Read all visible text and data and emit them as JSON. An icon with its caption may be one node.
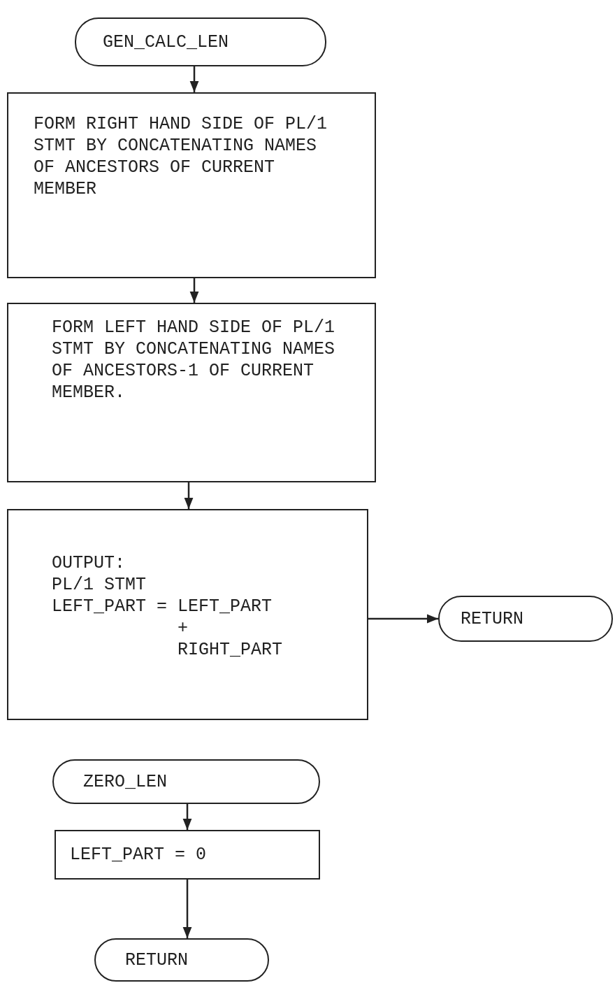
{
  "diagram": {
    "nodes": [
      {
        "text": [
          "GEN_CALC_LEN"
        ]
      },
      {
        "text": [
          "FORM RIGHT HAND SIDE OF PL/1 STMT BY CONCATENATING NAMES OF ANCESTORS OF CURRENT MEMBER"
        ]
      },
      {
        "text": [
          "FORM LEFT HAND SIDE OF PL/1 STMT BY CONCATENATING NAMES OF ANCESTORS-1 OF CURRENT MEMBER."
        ]
      },
      {
        "text": [
          "OUTPUT:",
          "PL/1 STMT",
          "LEFT_PART = LEFT_PART + RIGHT_PART"
        ]
      },
      {
        "text": [
          "RETURN"
        ]
      },
      {
        "text": [
          "ZERO_LEN"
        ]
      },
      {
        "text": [
          "LEFT_PART = 0"
        ]
      },
      {
        "text": [
          "RETURN"
        ]
      }
    ],
    "edges": [
      {
        "from": 0,
        "to": 1,
        "arrow": "to"
      },
      {
        "from": 1,
        "to": 2,
        "arrow": "to"
      },
      {
        "from": 2,
        "to": 3,
        "arrow": "to"
      },
      {
        "from": 3,
        "to": 4,
        "arrow": "to"
      },
      {
        "from": 5,
        "to": 6,
        "arrow": "to"
      },
      {
        "from": 6,
        "to": 7,
        "arrow": "to"
      }
    ]
  }
}
